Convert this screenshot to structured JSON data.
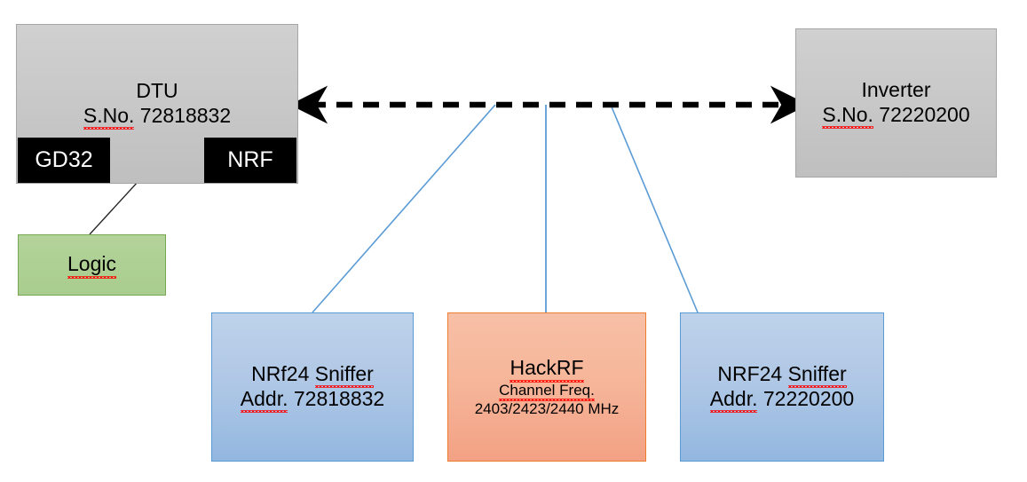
{
  "diagram": {
    "title": "DTU / Inverter RF sniffing setup block diagram",
    "colors": {
      "gray_fill": "#c7c7c7",
      "gray_border": "#a6a6a6",
      "black_fill": "#000000",
      "green_fill": "#a9cd8e",
      "green_border": "#76a853",
      "blue_fill": "#b0c8e6",
      "blue_border": "#5b9bd5",
      "orange_fill": "#f6b69a",
      "orange_border": "#ed7d31",
      "wire_blue": "#5b9bd5",
      "wire_black": "#000000",
      "spellcheck_red": "#ff0000"
    }
  },
  "dtu": {
    "name": "DTU",
    "serial_label": "S.No.",
    "serial_value": "72818832",
    "chips": [
      {
        "id": "gd32",
        "label": "GD32"
      },
      {
        "id": "nrf",
        "label": "NRF"
      }
    ]
  },
  "inverter": {
    "name": "Inverter",
    "serial_label": "S.No.",
    "serial_value": "72220200"
  },
  "logic": {
    "label": "Logic"
  },
  "sniffer_left": {
    "name": "NRf24 Sniffer",
    "addr_label": "Addr.",
    "addr_value": "72818832"
  },
  "sniffer_right": {
    "name": "NRF24 Sniffer",
    "addr_label": "Addr.",
    "addr_value": "72220200"
  },
  "hackrf": {
    "name": "HackRF",
    "subtitle": "Channel Freq.",
    "frequencies": "2403/2423/2440 MHz"
  },
  "connections": {
    "rf_link": {
      "style": "dashed-double-arrow",
      "from": "DTU",
      "to": "Inverter"
    },
    "chip_link": {
      "style": "solid-double-arrow",
      "from": "GD32",
      "to": "NRF"
    },
    "logic_probe": {
      "style": "solid-line",
      "from": "Logic",
      "to": "GD32-NRF bus"
    },
    "taps": [
      {
        "from": "rf_link",
        "to": "NRf24 Sniffer"
      },
      {
        "from": "rf_link",
        "to": "HackRF"
      },
      {
        "from": "rf_link",
        "to": "NRF24 Sniffer"
      }
    ]
  }
}
